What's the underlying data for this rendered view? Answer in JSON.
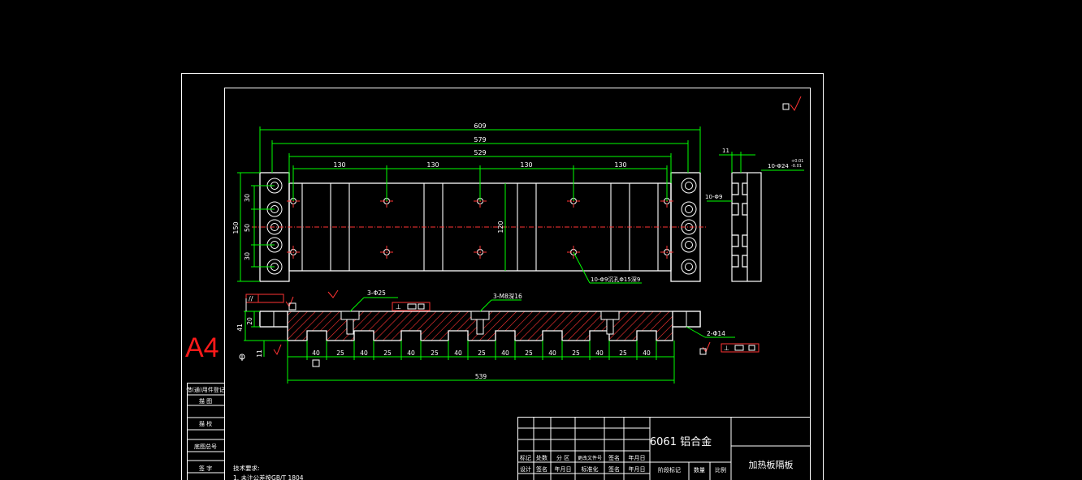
{
  "sheet": {
    "size_label": "A4"
  },
  "colors": {
    "background": "#000000",
    "outline": "#ffffff",
    "dimension": "#00ff00",
    "hatch": "#ff3333",
    "center": "#ff3333",
    "annotation": "#ffffff"
  },
  "top_view": {
    "overall_609": "609",
    "overall_579": "579",
    "overall_529": "529",
    "pitch": [
      "130",
      "130",
      "130",
      "130"
    ],
    "height_150": "150",
    "side_30a": "30",
    "side_50": "50",
    "side_30b": "30",
    "inner_120": "120",
    "hole_note": "10-Φ9沉孔Φ15深9"
  },
  "side_view": {
    "width_11": "11",
    "holes_10_9": "10-Φ9",
    "holes_10_24": "10-Φ24",
    "tol_top": "+0.01",
    "tol_bottom": "-0.01"
  },
  "front_view": {
    "note_3_25": "3-Φ25",
    "note_m8": "3-M8深16",
    "note_2_14": "2-Φ14",
    "dim_20": "20",
    "dim_41": "41",
    "dim_11": "11",
    "bottom_dims": [
      "40",
      "25",
      "40",
      "25",
      "40",
      "25",
      "40",
      "25",
      "40",
      "25",
      "40",
      "25",
      "40",
      "25",
      "40"
    ],
    "overall_539": "539"
  },
  "left_table": {
    "rows": [
      "借(通)用件登记",
      "描 图",
      "描 校",
      "底图总号",
      "签 字"
    ]
  },
  "tech_req": {
    "title": "技术要求:",
    "line1": "1. 未注公差按GB/T 1804"
  },
  "title_block": {
    "material": "6061 铝合金",
    "part_name": "加热板隔板",
    "row_labels": [
      "标记",
      "处数",
      "分 区",
      "更改文件号",
      "签名",
      "年月日"
    ],
    "row2_labels": [
      "设计",
      "签名",
      "年月日",
      "标准化",
      "签名",
      "年月日"
    ],
    "stage_labels": [
      "阶段标记",
      "数量",
      "比例"
    ]
  }
}
